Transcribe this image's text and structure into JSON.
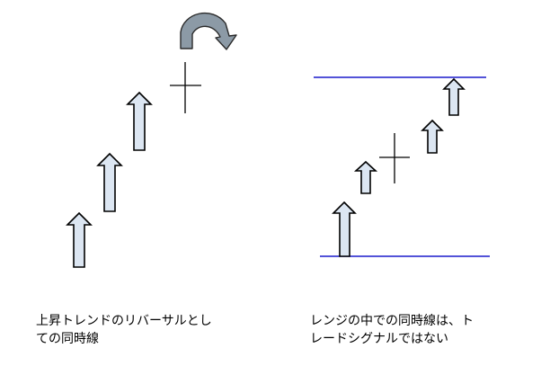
{
  "colors": {
    "arrow_fill": "#dce6f2",
    "arrow_stroke": "#000000",
    "range_line": "#1a1acc",
    "curved_arrow_fill": "#8c9aa6",
    "curved_arrow_stroke": "#2b2b2b",
    "cross": "#000000"
  },
  "icons": {
    "up_arrow": "up-arrow-icon",
    "reversal_arrow": "curved-reversal-arrow-icon",
    "doji": "cross-doji-icon"
  },
  "left_panel": {
    "caption_lines": [
      "上昇トレンドのリバーサルとし",
      "ての同時線"
    ]
  },
  "right_panel": {
    "caption_lines": [
      "レンジの中での同時線は、ト",
      "レードシグナルではない"
    ]
  }
}
